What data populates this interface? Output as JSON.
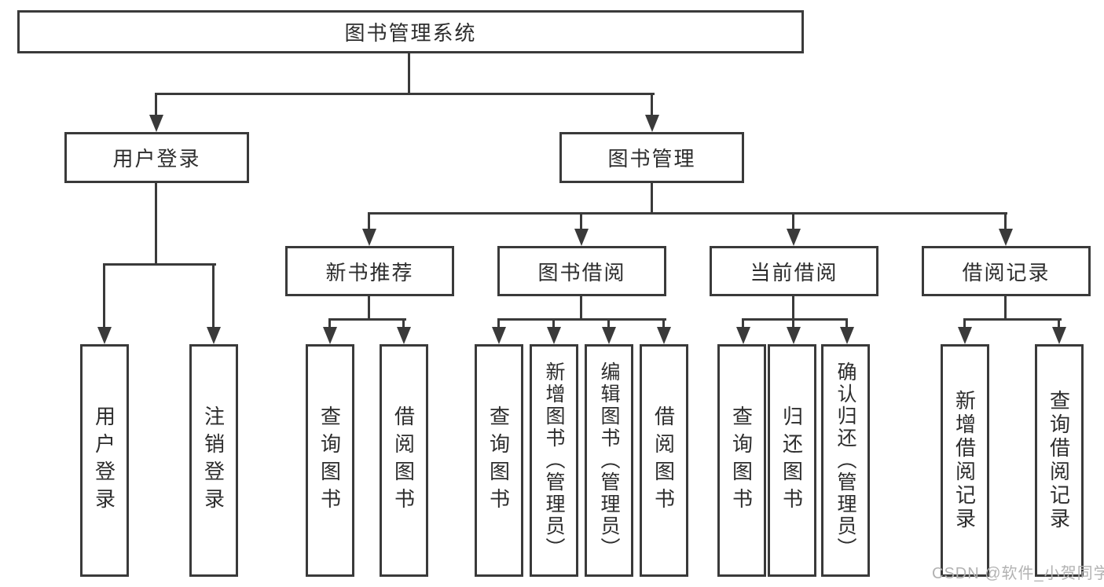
{
  "title": "图书管理系统",
  "tree": {
    "root": {
      "label": "图书管理系统",
      "children": [
        {
          "label": "用户登录",
          "children": [
            {
              "label": "用户登录"
            },
            {
              "label": "注销登录"
            }
          ]
        },
        {
          "label": "图书管理",
          "children": [
            {
              "label": "新书推荐",
              "children": [
                {
                  "label": "查询图书"
                },
                {
                  "label": "借阅图书"
                }
              ]
            },
            {
              "label": "图书借阅",
              "children": [
                {
                  "label": "查询图书"
                },
                {
                  "label": "新增图书（管理员）"
                },
                {
                  "label": "编辑图书（管理员）"
                },
                {
                  "label": "借阅图书"
                }
              ]
            },
            {
              "label": "当前借阅",
              "children": [
                {
                  "label": "查询图书"
                },
                {
                  "label": "归还图书"
                },
                {
                  "label": "确认归还（管理员）"
                }
              ]
            },
            {
              "label": "借阅记录",
              "children": [
                {
                  "label": "新增借阅记录"
                },
                {
                  "label": "查询借阅记录"
                }
              ]
            }
          ]
        }
      ]
    }
  },
  "watermark": "CSDN @软件_小贺同学",
  "colors": {
    "line": "#3a3a3a",
    "box_border": "#3a3a3a",
    "box_fill": "#ffffff",
    "text": "#2d2d2d",
    "watermark": "#b2b2b2",
    "background": "#ffffff"
  }
}
